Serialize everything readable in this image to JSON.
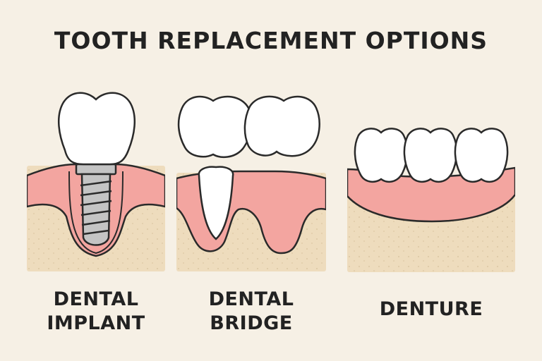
{
  "title": "TOOTH REPLACEMENT OPTIONS",
  "colors": {
    "background": "#f6f0e5",
    "bone": "#eedcbd",
    "gum": "#f3a5a0",
    "tooth": "#ffffff",
    "implant_metal": "#c4c4c4",
    "outline": "#2a2a2a"
  },
  "options": [
    {
      "id": "implant",
      "label_lines": [
        "DENTAL",
        "IMPLANT"
      ]
    },
    {
      "id": "bridge",
      "label_lines": [
        "DENTAL",
        "BRIDGE"
      ]
    },
    {
      "id": "denture",
      "label_lines": [
        "DENTURE"
      ]
    }
  ]
}
